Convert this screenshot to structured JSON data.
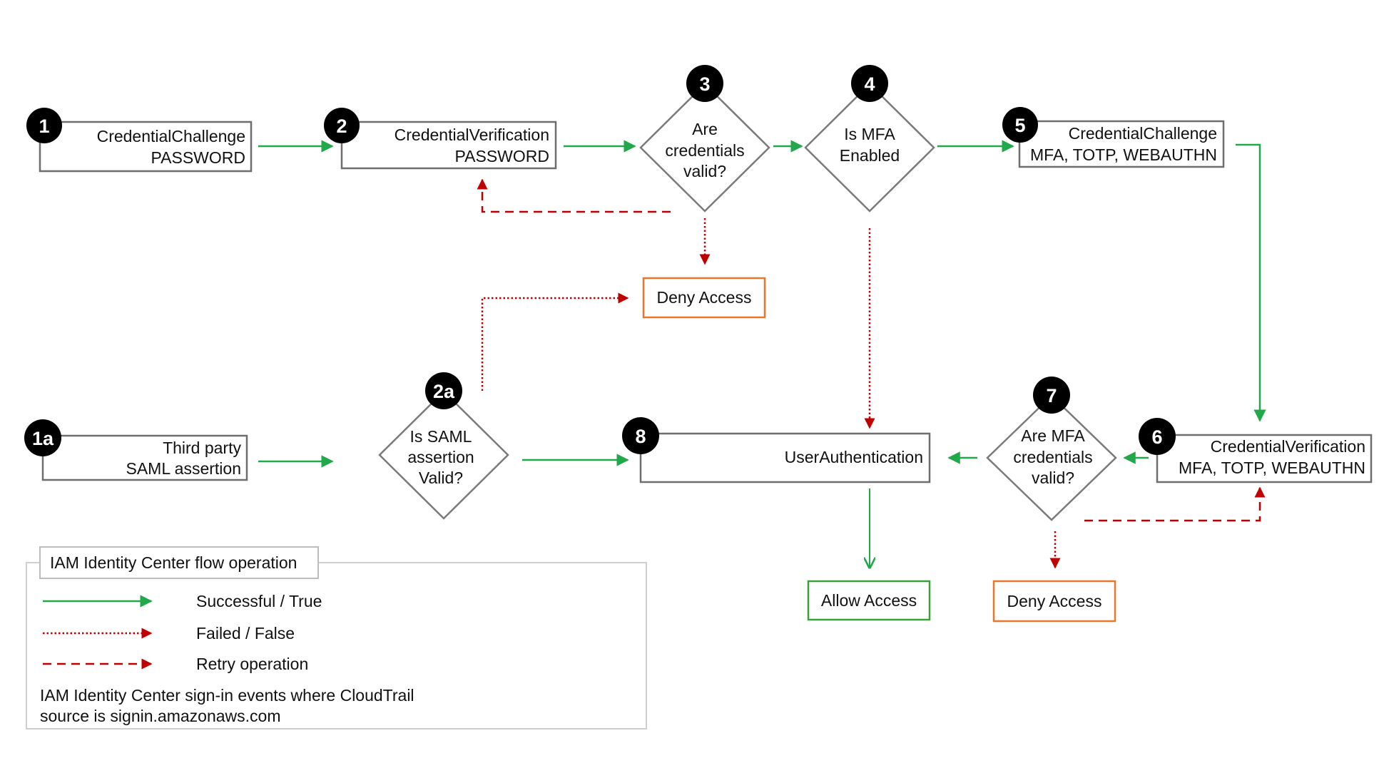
{
  "colors": {
    "success": "#21a84a",
    "fail": "#c00000",
    "deny": "#e8762d",
    "allow": "#3aa13a",
    "box_border": "#6e6e6e",
    "badge": "#000000"
  },
  "nodes": {
    "n1": {
      "badge": "1",
      "line1": "CredentialChallenge",
      "line2": "PASSWORD"
    },
    "n2": {
      "badge": "2",
      "line1": "CredentialVerification",
      "line2": "PASSWORD"
    },
    "n3": {
      "badge": "3",
      "line1": "Are",
      "line2": "credentials",
      "line3": "valid?"
    },
    "n4": {
      "badge": "4",
      "line1": "Is MFA",
      "line2": "Enabled"
    },
    "n5": {
      "badge": "5",
      "line1": "CredentialChallenge",
      "line2": "MFA, TOTP, WEBAUTHN"
    },
    "n6": {
      "badge": "6",
      "line1": "CredentialVerification",
      "line2": "MFA, TOTP, WEBAUTHN"
    },
    "n7": {
      "badge": "7",
      "line1": "Are MFA",
      "line2": "credentials",
      "line3": "valid?"
    },
    "n8": {
      "badge": "8",
      "line1": "UserAuthentication"
    },
    "n1a": {
      "badge": "1a",
      "line1": "Third party",
      "line2": "SAML assertion"
    },
    "n2a": {
      "badge": "2a",
      "line1": "Is SAML",
      "line2": "assertion",
      "line3": "Valid?"
    },
    "deny_top": {
      "label": "Deny Access"
    },
    "deny_bottom": {
      "label": "Deny Access"
    },
    "allow": {
      "label": "Allow Access"
    }
  },
  "legend": {
    "title": "IAM Identity Center flow operation",
    "items": [
      {
        "style": "solid",
        "label": "Successful / True"
      },
      {
        "style": "dotted",
        "label": "Failed / False"
      },
      {
        "style": "dashed",
        "label": "Retry operation"
      }
    ],
    "note_line1": "IAM Identity Center sign-in events where CloudTrail",
    "note_line2": "source is signin.amazonaws.com"
  }
}
